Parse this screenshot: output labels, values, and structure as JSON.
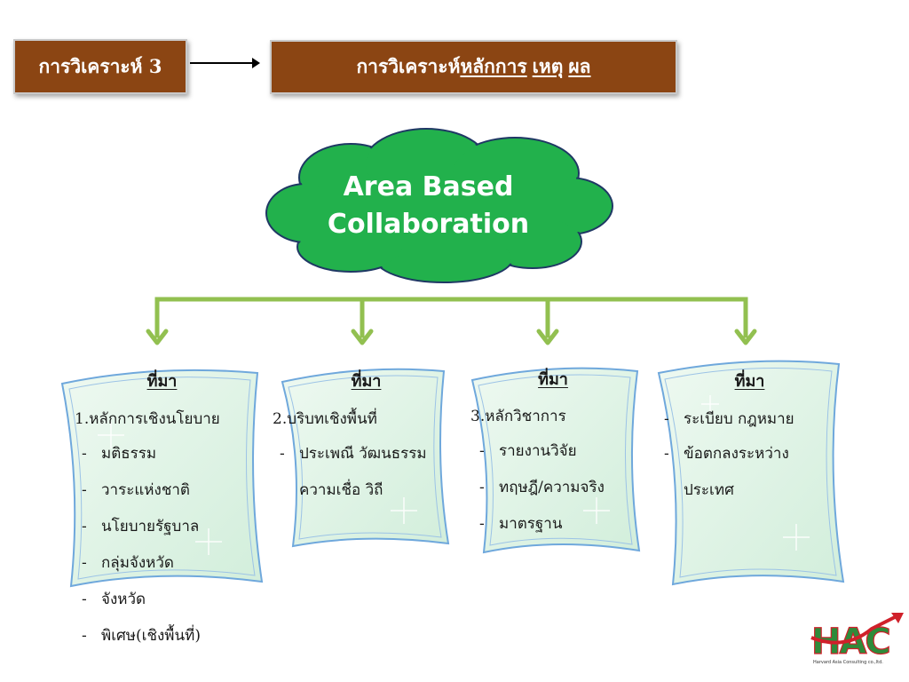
{
  "header": {
    "section_label": "การวิเคราะห์ 3",
    "topic_prefix": "การวิเคราะห์",
    "topic_parts": [
      "หลักการ",
      "เหตุ",
      "ผล"
    ]
  },
  "center_cloud": {
    "line1": "Area Based",
    "line2": "Collaboration"
  },
  "cards": [
    {
      "title": "ที่มา",
      "heading": "1.หลักการเชิงนโยบาย",
      "items": [
        "มติธรรม",
        "วาระแห่งชาติ",
        "นโยบายรัฐบาล",
        "กลุ่มจังหวัด",
        "จังหวัด",
        "พิเศษ(เชิงพื้นที่)"
      ]
    },
    {
      "title": "ที่มา",
      "heading": "2.บริบทเชิงพื้นที่",
      "items": [
        "ประเพณี วัฒนธรรม",
        "ความเชื่อ วิถี"
      ]
    },
    {
      "title": "ที่มา",
      "heading": "3.หลักวิชาการ",
      "items": [
        "รายงานวิจัย",
        "ทฤษฎี/ความจริง",
        "มาตรฐาน"
      ]
    },
    {
      "title": "ที่มา",
      "heading": "",
      "items": [
        "ระเบียบ กฎหมาย",
        "ข้อตกลงระหว่าง",
        "ประเทศ"
      ]
    }
  ],
  "logo": {
    "text": "HAC",
    "caption": "Harvard Asia Consulting co.,ltd."
  },
  "colors": {
    "header_fill": "#8b4513",
    "cloud_fill": "#22b14c",
    "connector": "#92c050",
    "card_fill": "#dff2e4",
    "card_border": "#6fa8dc",
    "logo_green": "#2e8b3a",
    "logo_red": "#d0202a"
  }
}
